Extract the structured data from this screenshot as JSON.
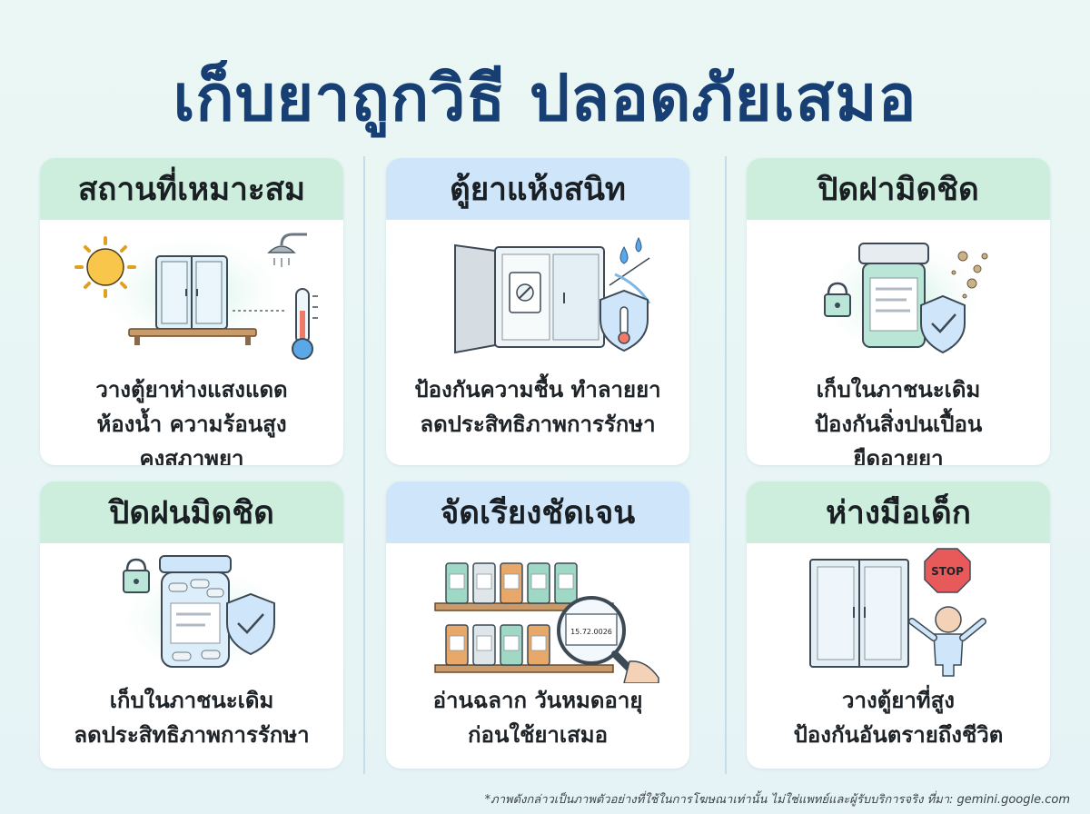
{
  "title": "เก็บยาถูกวิธี ปลอดภัยเสมอ",
  "cards": [
    {
      "heading": "สถานที่เหมาะสม",
      "lines": [
        "วางตู้ยาห่างแสงแดด",
        "ห้องน้ำ ความร้อนสูง",
        "คงสภาพยา"
      ],
      "icons": [
        "sun-icon",
        "cabinet-icon",
        "shower-icon",
        "thermometer-icon"
      ]
    },
    {
      "heading": "ตู้ยาแห้งสนิท",
      "lines": [
        "ป้องกันความชื้น ทำลายยา",
        "ลดประสิทธิภาพการรักษา"
      ],
      "icons": [
        "open-cabinet-icon",
        "desiccant-icon",
        "water-drop-icon",
        "shield-thermometer-icon"
      ]
    },
    {
      "heading": "ปิดฝามิดชิด",
      "lines": [
        "เก็บในภาชนะเดิม",
        "ป้องกันสิ่งปนเปื้อน",
        "ยืดอายุยา"
      ],
      "icons": [
        "pill-bottle-icon",
        "lock-icon",
        "shield-check-icon",
        "dust-icon"
      ]
    },
    {
      "heading": "ปิดฝนมิดชิด",
      "lines": [
        "เก็บในภาชนะเดิม",
        "ลดประสิทธิภาพการรักษา"
      ],
      "icons": [
        "pill-jar-icon",
        "lock-icon",
        "shield-check-icon"
      ]
    },
    {
      "heading": "จัดเรียงชัดเจน",
      "lines": [
        "อ่านฉลาก วันหมดอายุ",
        "ก่อนใช้ยาเสมอ"
      ],
      "icons": [
        "shelf-bottles-icon",
        "magnifier-icon"
      ],
      "label_text": "15.72.0026"
    },
    {
      "heading": "ห่างมือเด็ก",
      "lines": [
        "วางตู้ยาที่สูง",
        "ป้องกันอันตรายถึงชีวิต"
      ],
      "icons": [
        "high-cabinet-icon",
        "stop-sign-icon",
        "child-icon"
      ],
      "sign_text": "STOP"
    }
  ],
  "footnote": "*ภาพดังกล่าวเป็นภาพตัวอย่างที่ใช้ในการโฆษณาเท่านั้น ไม่ใช่แพทย์และผู้รับบริการจริง ที่มา: gemini.google.com",
  "colors": {
    "title": "#173f73",
    "head_green": "#cdeedd",
    "head_blue": "#cfe6fa",
    "bottle_green": "#9fd8c4",
    "bottle_orange": "#e8a86a",
    "shield_blue": "#9cc9ef"
  }
}
